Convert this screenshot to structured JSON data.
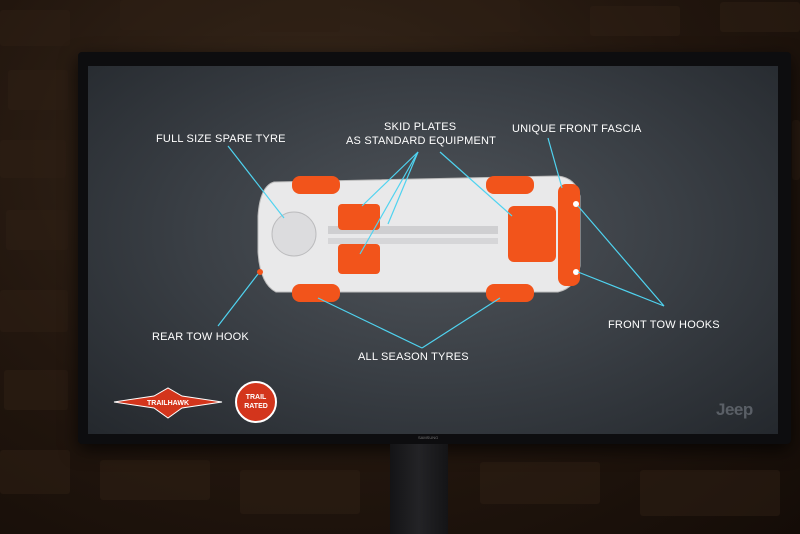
{
  "labels": {
    "spare_tyre": "FULL SIZE SPARE TYRE",
    "skid_plates_1": "SKID PLATES",
    "skid_plates_2": "AS STANDARD EQUIPMENT",
    "front_fascia": "UNIQUE FRONT FASCIA",
    "rear_tow_hook": "REAR TOW HOOK",
    "all_season_tyres": "ALL SEASON TYRES",
    "front_tow_hooks": "FRONT TOW HOOKS"
  },
  "logos": {
    "trailhawk": "TRAILHAWK",
    "trail_rated_1": "TRAIL",
    "trail_rated_2": "RATED",
    "jeep": "Jeep",
    "tv_brand": "SAMSUNG"
  },
  "colors": {
    "callout_line": "#4fd3f0",
    "highlight_red": "#f2541b"
  }
}
